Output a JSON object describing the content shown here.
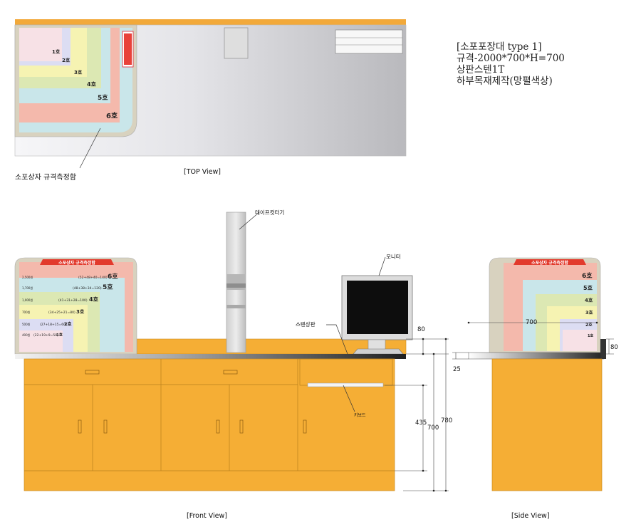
{
  "spec": {
    "title": "[소포포장대 type 1]",
    "size": "규격-2000*700*H=700",
    "top": "상판스텐1T",
    "bottom": "하부목재제작(망펼색상)"
  },
  "captions": {
    "top_view": "[TOP View]",
    "front_view": "[Front View]",
    "side_view": "[Side View]",
    "chart_caption": "소포상자 규격측정함"
  },
  "callouts": {
    "tape_cutter": "테이프컷터기",
    "monitor": "모니터",
    "steel_top": "스텐상판",
    "keyboard": "키보드"
  },
  "size_chart": {
    "title": "소포상자 규격측정함",
    "sizes": [
      "1호",
      "2호",
      "3호",
      "4호",
      "5호",
      "6호"
    ],
    "front_rows": [
      {
        "price": "2,500원",
        "dims": "(52+48+40=140)",
        "size": "6호"
      },
      {
        "price": "1,700원",
        "dims": "(48+38+34=120)",
        "size": "5호"
      },
      {
        "price": "1,000원",
        "dims": "(41+31+28=100)",
        "size": "4호"
      },
      {
        "price": "700원",
        "dims": "(34+25+21=80)",
        "size": "3호"
      },
      {
        "price": "500원",
        "dims": "(27+18+15=60)",
        "size": "2호"
      },
      {
        "price": "400원",
        "dims": "(22+19+9=50)",
        "size": "1호"
      }
    ]
  },
  "dimensions": {
    "d80_front": "80",
    "d780": "780",
    "d700_front": "700",
    "d435": "435",
    "d700_side": "700",
    "d80_side": "80",
    "d25": "25"
  },
  "colors": {
    "cabinet": "#F5AE35",
    "s1": "#F7E1E6",
    "s2": "#DCDDF3",
    "s3": "#F6F3B2",
    "s4": "#DCE8B3",
    "s5": "#C9E6EA",
    "s6": "#F4B9AC"
  }
}
